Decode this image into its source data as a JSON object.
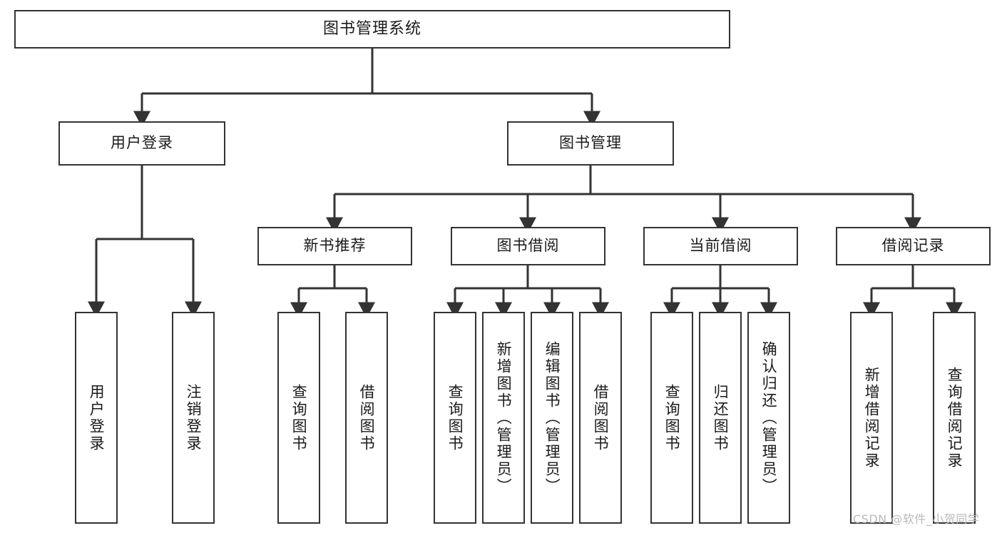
{
  "diagram": {
    "title": "图书管理系统",
    "type": "功能结构图",
    "orientation": "top-down-tree",
    "colors": {
      "box_border": "#333333",
      "box_fill": "#ffffff",
      "connector": "#333333",
      "text": "#1a1a1a",
      "watermark": "#b9b9b9",
      "background": "#ffffff"
    },
    "root": {
      "id": "root",
      "label": "图书管理系统",
      "text_mode": "horizontal"
    },
    "level2": [
      {
        "id": "user-login",
        "label": "用户登录",
        "text_mode": "horizontal"
      },
      {
        "id": "book-manage",
        "label": "图书管理",
        "text_mode": "horizontal"
      }
    ],
    "level3": [
      {
        "id": "new-book-recommend",
        "label": "新书推荐",
        "parent": "book-manage",
        "text_mode": "horizontal"
      },
      {
        "id": "book-borrow",
        "label": "图书借阅",
        "parent": "book-manage",
        "text_mode": "horizontal"
      },
      {
        "id": "current-borrow",
        "label": "当前借阅",
        "parent": "book-manage",
        "text_mode": "horizontal"
      },
      {
        "id": "borrow-record",
        "label": "借阅记录",
        "parent": "book-manage",
        "text_mode": "horizontal"
      }
    ],
    "leaves": {
      "user-login": [
        {
          "id": "leaf-user-login",
          "label": "用户登录",
          "text_mode": "vertical"
        },
        {
          "id": "leaf-user-logout",
          "label": "注销登录",
          "text_mode": "vertical"
        }
      ],
      "new-book-recommend": [
        {
          "id": "leaf-query-book-1",
          "label": "查询图书",
          "text_mode": "vertical"
        },
        {
          "id": "leaf-borrow-book-1",
          "label": "借阅图书",
          "text_mode": "vertical"
        }
      ],
      "book-borrow": [
        {
          "id": "leaf-query-book-2",
          "label": "查询图书",
          "text_mode": "vertical"
        },
        {
          "id": "leaf-add-book",
          "label": "新增图书（管理员）",
          "text_mode": "vertical"
        },
        {
          "id": "leaf-edit-book",
          "label": "编辑图书（管理员）",
          "text_mode": "vertical"
        },
        {
          "id": "leaf-borrow-book-2",
          "label": "借阅图书",
          "text_mode": "vertical"
        }
      ],
      "current-borrow": [
        {
          "id": "leaf-query-book-3",
          "label": "查询图书",
          "text_mode": "vertical"
        },
        {
          "id": "leaf-return-book",
          "label": "归还图书",
          "text_mode": "vertical"
        },
        {
          "id": "leaf-confirm-return",
          "label": "确认归还（管理员）",
          "text_mode": "vertical"
        }
      ],
      "borrow-record": [
        {
          "id": "leaf-add-record",
          "label": "新增借阅记录",
          "text_mode": "vertical"
        },
        {
          "id": "leaf-query-record",
          "label": "查询借阅记录",
          "text_mode": "vertical"
        }
      ]
    }
  },
  "watermark": {
    "text": "CSDN @软件_小贺同学"
  }
}
